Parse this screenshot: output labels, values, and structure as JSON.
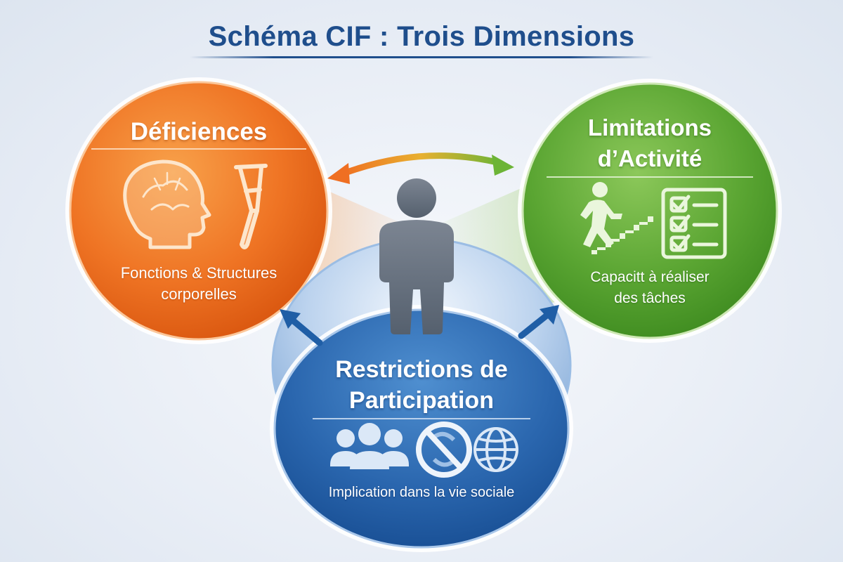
{
  "title": "Schéma CIF : Trois Dimensions",
  "dimensions": {
    "deficiences": {
      "heading": "Déficiences",
      "subtitle_line1": "Fonctions & Structures",
      "subtitle_line2": "corporelles",
      "color": "#ee6a1c"
    },
    "activite": {
      "heading_line1": "Limitations",
      "heading_line2": "d’Activité",
      "subtitle_line1": "Capacitt à réaliser",
      "subtitle_line2": "des tâches",
      "color": "#4f9e2a"
    },
    "participation": {
      "heading_line1": "Restrictions de",
      "heading_line2": "Participation",
      "subtitle": "Implication dans la vie sociale",
      "color": "#2a66ae"
    }
  },
  "icons": {
    "deficiences": [
      "brain-head-icon",
      "crutch-icon"
    ],
    "activite": [
      "person-climbing-stairs-icon",
      "checklist-icon"
    ],
    "participation": [
      "group-people-icon",
      "prohibited-icon",
      "globe-icon"
    ],
    "center": "person-icon"
  },
  "connectors": [
    "double-arrow-top",
    "arrow-left-up",
    "arrow-right-up"
  ]
}
